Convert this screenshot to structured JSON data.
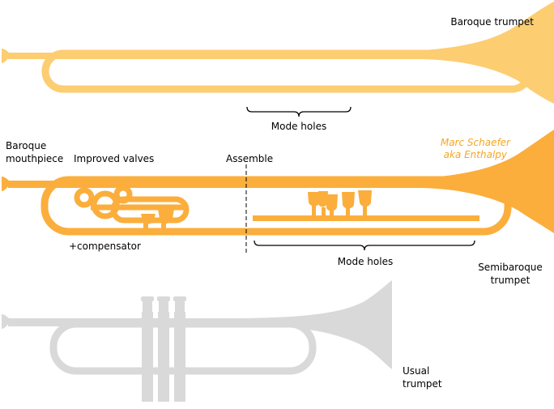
{
  "title": "Baroque, semibaroque and usual trumpet comparison",
  "colors": {
    "baroque": "#fdcd72",
    "semibaroque": "#fbae3c",
    "usual": "#d9d9d9",
    "credit": "#f5a623",
    "text": "#000000"
  },
  "instruments": {
    "baroque": {
      "name": "Baroque trumpet",
      "holes_label": "Mode holes"
    },
    "semibaroque": {
      "name_line1": "Semibaroque",
      "name_line2": "trumpet",
      "holes_label": "Mode holes",
      "mouthpiece_line1": "Baroque",
      "mouthpiece_line2": "mouthpiece",
      "valves_label": "Improved valves",
      "assemble_label": "Assemble",
      "compensator_label": "+compensator"
    },
    "usual": {
      "name_line1": "Usual",
      "name_line2": "trumpet"
    }
  },
  "credit": {
    "line1": "Marc Schaefer",
    "line2": "aka Enthalpy"
  }
}
